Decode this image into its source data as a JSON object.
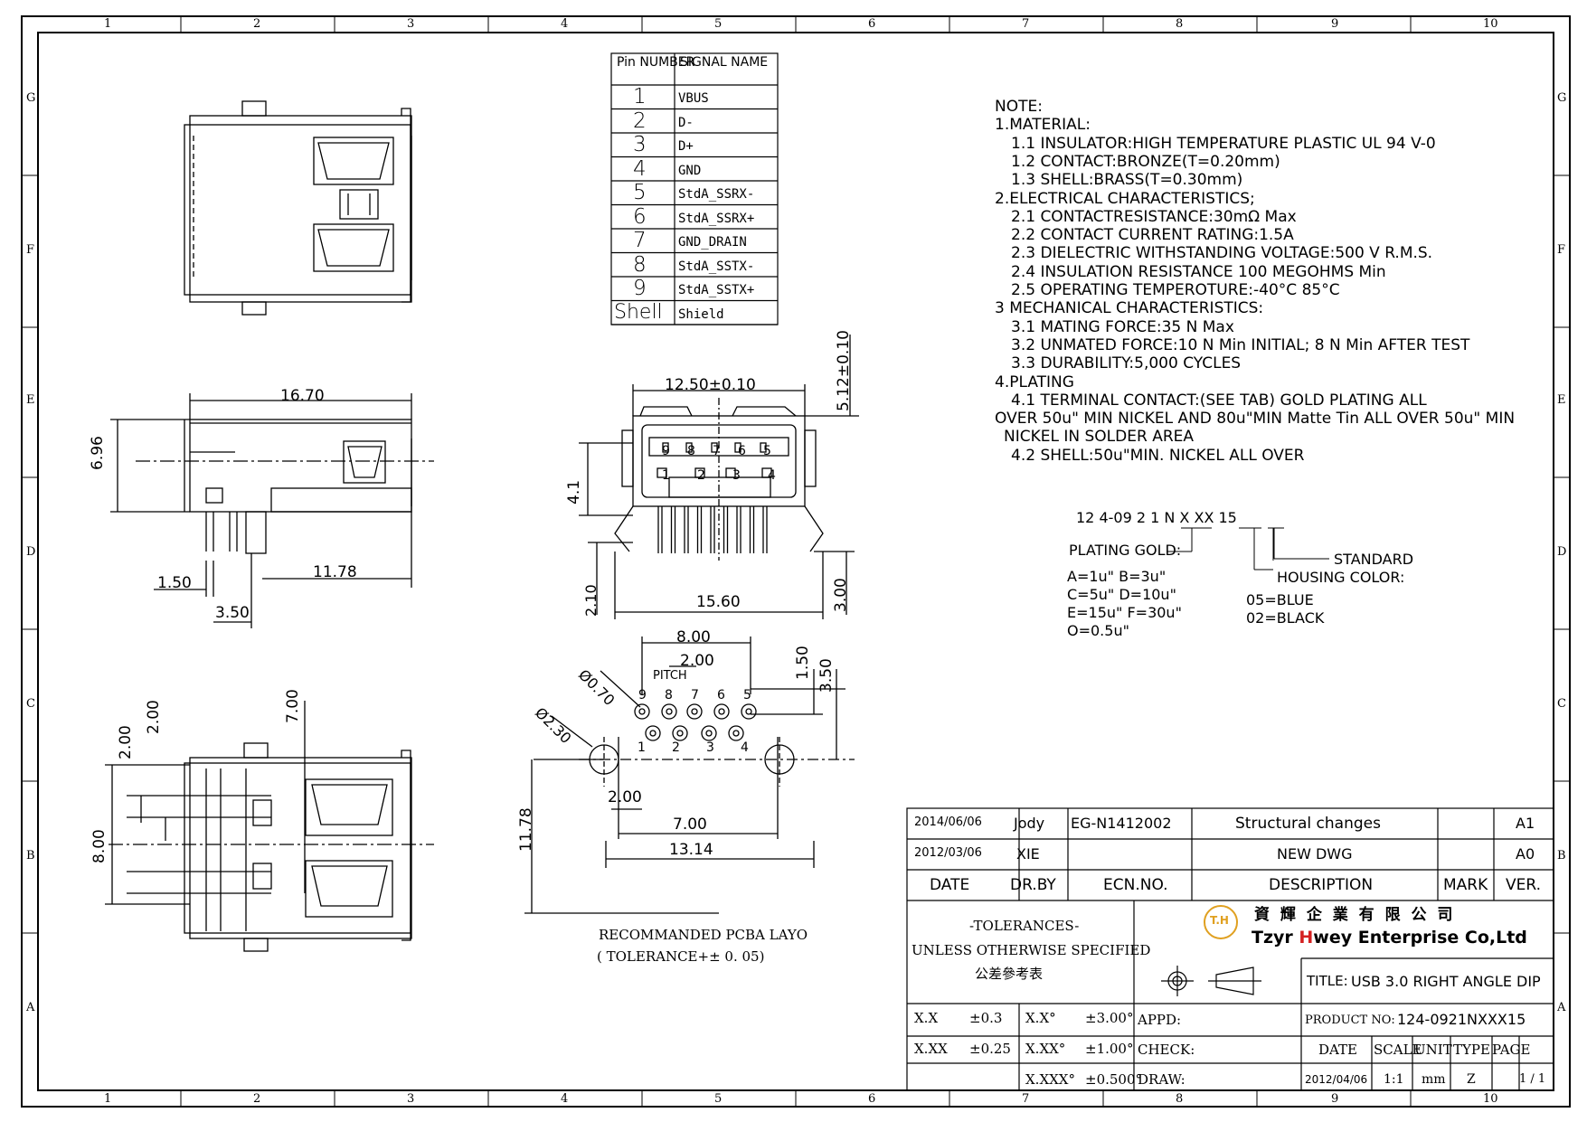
{
  "frame": {
    "cols": [
      "1",
      "2",
      "3",
      "4",
      "5",
      "6",
      "7",
      "8",
      "9",
      "10"
    ],
    "rows": [
      "G",
      "F",
      "E",
      "D",
      "C",
      "B",
      "A"
    ]
  },
  "pin_table": {
    "header_pin": "Pin NUMBER",
    "header_signal": "SIGNAL NAME",
    "rows": [
      {
        "pin": "1",
        "signal": "VBUS"
      },
      {
        "pin": "2",
        "signal": "D-"
      },
      {
        "pin": "3",
        "signal": "D+"
      },
      {
        "pin": "4",
        "signal": "GND"
      },
      {
        "pin": "5",
        "signal": "StdA_SSRX-"
      },
      {
        "pin": "6",
        "signal": "StdA_SSRX+"
      },
      {
        "pin": "7",
        "signal": "GND_DRAIN"
      },
      {
        "pin": "8",
        "signal": "StdA_SSTX-"
      },
      {
        "pin": "9",
        "signal": "StdA_SSTX+"
      },
      {
        "pin": "Shell",
        "signal": "Shield"
      }
    ]
  },
  "notes": [
    "NOTE:",
    "1.MATERIAL:",
    "  1.1 INSULATOR:HIGH TEMPERATURE PLASTIC UL 94 V-0",
    "  1.2 CONTACT:BRONZE(T=0.20mm)",
    "  1.3 SHELL:BRASS(T=0.30mm)",
    "2.ELECTRICAL CHARACTERISTICS;",
    "  2.1 CONTACTRESISTANCE:30mΩ Max",
    "  2.2 CONTACT CURRENT RATING:1.5A",
    "  2.3 DIELECTRIC WITHSTANDING VOLTAGE:500 V R.M.S.",
    "  2.4 INSULATION RESISTANCE 100 MEGOHMS Min",
    "  2.5 OPERATING TEMPEROTURE:-40°C     85°C",
    "3 MECHANICAL CHARACTERISTICS:",
    "  3.1 MATING FORCE:35 N Max",
    "  3.2 UNMATED FORCE:10 N Min INITIAL; 8 N Min AFTER TEST",
    "  3.3 DURABILITY:5,000 CYCLES",
    "4.PLATING",
    "  4.1 TERMINAL CONTACT:(SEE TAB) GOLD PLATING ALL",
    "OVER 50u\" MIN NICKEL AND 80u\"MIN Matte Tin ALL OVER 50u\" MIN",
    " NICKEL IN SOLDER AREA",
    "  4.2 SHELL:50u\"MIN. NICKEL ALL OVER"
  ],
  "part_code": {
    "code": "12  4-09  2  1  N  X  XX  15",
    "plating_gold": "PLATING  GOLD:",
    "standard": "STANDARD",
    "housing_color": "HOUSING  COLOR:",
    "gold_options": [
      "A=1u\"   B=3u\"",
      "C=5u\"   D=10u\"",
      "E=15u\"  F=30u\"",
      "O=0.5u\""
    ],
    "color_options": [
      "05=BLUE",
      "02=BLACK"
    ]
  },
  "dimensions": {
    "d1670": "16.70",
    "d696": "6.96",
    "d150": "1.50",
    "d1178a": "11.78",
    "d350": "3.50",
    "d1250": "12.50±0.10",
    "d512": "5.12±0.10",
    "d41": "4.1",
    "d210": "2.10",
    "d1560": "15.60",
    "d300": "3.00",
    "d800a": "8.00",
    "d200a": "2.00",
    "pitch": "PITCH",
    "d070": "Ø0.70",
    "d230": "Ø2.30",
    "d150b": "1.50",
    "d350b": "3.50",
    "d200b": "2.00",
    "d700": "7.00",
    "d1314": "13.14",
    "d1178b": "11.78",
    "d200c": "2.00",
    "d200d": "2.00",
    "d700b": "7.00",
    "d800b": "8.00",
    "pins_top": [
      "9",
      "8",
      "7",
      "6",
      "5"
    ],
    "pins_bot": [
      "1",
      "2",
      "3",
      "4"
    ],
    "pcb_top": [
      "9",
      "8",
      "7",
      "6",
      "5"
    ],
    "pcb_bot": [
      "1",
      "2",
      "3",
      "4"
    ]
  },
  "pcb_caption": [
    "RECOMMANDED  PCBA  LAYO",
    "( TOLERANCE+± 0. 05)"
  ],
  "revisions": [
    {
      "date": "2014/06/06",
      "by": "Jody",
      "ecn": "EG-N1412002",
      "desc": "Structural  changes",
      "mark": "",
      "ver": "A1"
    },
    {
      "date": "2012/03/06",
      "by": "XIE",
      "ecn": "",
      "desc": "NEW  DWG",
      "mark": "",
      "ver": "A0"
    }
  ],
  "rev_header": {
    "date": "DATE",
    "by": "DR.BY",
    "ecn": "ECN.NO.",
    "desc": "DESCRIPTION",
    "mark": "MARK",
    "ver": "VER."
  },
  "tolerances": {
    "title": "-TOLERANCES-",
    "line2": "UNLESS OTHERWISE SPECIFIED",
    "line3": "公差參考表",
    "rows": [
      [
        "X.X",
        "±0.3",
        "X.X°",
        "±3.00°"
      ],
      [
        "X.XX",
        "±0.25",
        "X.XX°",
        "±1.00°"
      ],
      [
        "",
        "",
        "X.XXX°",
        "±0.500°"
      ]
    ]
  },
  "company": {
    "cn": "資 輝 企 業 有 限 公 司",
    "en_prefix": "Tzyr ",
    "en_h": "H",
    "en_rest": "wey Enterprise Co,Ltd",
    "logo": "T.H"
  },
  "title_block": {
    "title_label": "TITLE:",
    "title": "USB 3.0 RIGHT ANGLE DIP",
    "product_label": "PRODUCT NO:",
    "product": "124-0921NXXX15",
    "appd": "APPD:",
    "check": "CHECK:",
    "draw": "DRAW:",
    "date_label": "DATE",
    "scale_label": "SCALE",
    "unit_label": "UNIT",
    "type_label": "TYPE",
    "page_label": "PAGE",
    "date": "2012/04/06",
    "scale": "1:1",
    "unit": "mm",
    "type": "Z",
    "page": "1 / 1"
  },
  "colors": {
    "logo_gold": "#e0a020",
    "brand_red": "#d42020",
    "line": "#000000"
  }
}
